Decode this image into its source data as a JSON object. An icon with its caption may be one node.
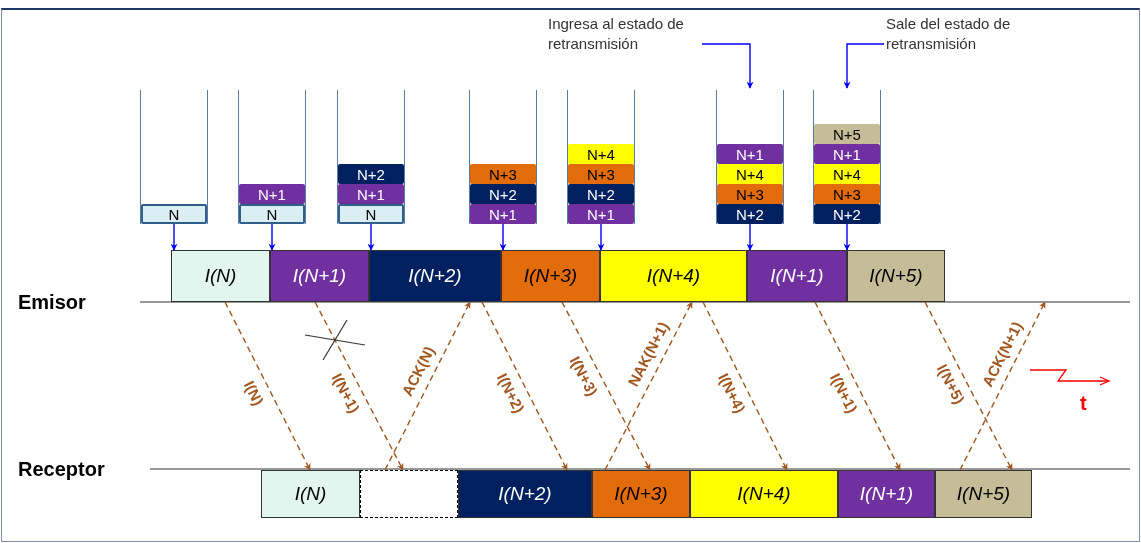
{
  "diagram": {
    "nodes": [
      {
        "text": [
          "Ingresa al estado de retransmisión"
        ]
      },
      {
        "text": [
          "Sale del estado de retransmisión"
        ]
      },
      {
        "text": [],
        "shape": "box"
      },
      {
        "text": [
          "N"
        ],
        "in": 2
      },
      {
        "text": [],
        "shape": "box"
      },
      {
        "text": [
          "N+1"
        ],
        "in": 4
      },
      {
        "text": [
          "N"
        ],
        "in": 4
      },
      {
        "text": [],
        "shape": "box"
      },
      {
        "text": [
          "N+2"
        ],
        "in": 7
      },
      {
        "text": [
          "N+1"
        ],
        "in": 7
      },
      {
        "text": [
          "N"
        ],
        "in": 7
      },
      {
        "text": [],
        "shape": "box"
      },
      {
        "text": [
          "N+3"
        ],
        "in": 11
      },
      {
        "text": [
          "N+2"
        ],
        "in": 11
      },
      {
        "text": [
          "N+1"
        ],
        "in": 11
      },
      {
        "text": [],
        "shape": "box"
      },
      {
        "text": [
          "N+4"
        ],
        "in": 15
      },
      {
        "text": [
          "N+3"
        ],
        "in": 15
      },
      {
        "text": [
          "N+2"
        ],
        "in": 15
      },
      {
        "text": [
          "N+1"
        ],
        "in": 15
      },
      {
        "text": [],
        "shape": "box"
      },
      {
        "text": [
          "N+1"
        ],
        "in": 20
      },
      {
        "text": [
          "N+4"
        ],
        "in": 20
      },
      {
        "text": [
          "N+3"
        ],
        "in": 20
      },
      {
        "text": [
          "N+2"
        ],
        "in": 20
      },
      {
        "text": [],
        "shape": "box"
      },
      {
        "text": [
          "N+5"
        ],
        "in": 25
      },
      {
        "text": [
          "N+1"
        ],
        "in": 25
      },
      {
        "text": [
          "N+4"
        ],
        "in": 25
      },
      {
        "text": [
          "N+3"
        ],
        "in": 25
      },
      {
        "text": [
          "N+2"
        ],
        "in": 25
      },
      {
        "text": [
          "I(N)"
        ]
      },
      {
        "text": [
          "I(N+1)"
        ]
      },
      {
        "text": [
          "I(N+2)"
        ]
      },
      {
        "text": [
          "I(N+3)"
        ]
      },
      {
        "text": [
          "I(N+4)"
        ]
      },
      {
        "text": [
          "I(N+1)"
        ]
      },
      {
        "text": [
          "I(N+5)"
        ]
      },
      {
        "text": [
          "I(N)"
        ]
      },
      {
        "text": [],
        "shape": "box"
      },
      {
        "text": [
          "I(N+2)"
        ]
      },
      {
        "text": [
          "I(N+3)"
        ]
      },
      {
        "text": [
          "I(N+4)"
        ]
      },
      {
        "text": [
          "I(N+1)"
        ]
      },
      {
        "text": [
          "I(N+5)"
        ]
      }
    ],
    "edges": [
      {
        "from": 2,
        "to": 31,
        "arrow": "to",
        "color": "#0000ff"
      },
      {
        "from": 4,
        "to": 32,
        "arrow": "to",
        "color": "#0000ff"
      },
      {
        "from": 7,
        "to": 33,
        "arrow": "to",
        "color": "#0000ff"
      },
      {
        "from": 11,
        "to": 34,
        "arrow": "to",
        "color": "#0000ff"
      },
      {
        "from": 15,
        "to": 35,
        "arrow": "to",
        "color": "#0000ff"
      },
      {
        "from": 20,
        "to": 36,
        "arrow": "to",
        "color": "#0000ff"
      },
      {
        "from": 25,
        "to": 37,
        "arrow": "to",
        "color": "#0000ff"
      },
      {
        "from": 0,
        "to": 20,
        "arrow": "to",
        "color": "#0000ff"
      },
      {
        "from": 1,
        "to": 25,
        "arrow": "to",
        "color": "#0000ff"
      },
      {
        "from": 31,
        "to": 38,
        "arrow": "to",
        "label": "I(N)",
        "style": "dashed",
        "color": "#a0561e"
      },
      {
        "from": 32,
        "to": 39,
        "arrow": "to",
        "label": "I(N+1)",
        "style": "dashed",
        "color": "#a0561e"
      },
      {
        "from": 39,
        "to": 33,
        "arrow": "to",
        "label": "ACK(N)",
        "style": "dashed",
        "color": "#a0561e"
      },
      {
        "from": 33,
        "to": 40,
        "arrow": "to",
        "label": "I(N+2)",
        "style": "dashed",
        "color": "#a0561e"
      },
      {
        "from": 34,
        "to": 41,
        "arrow": "to",
        "label": "I(N+3)",
        "style": "dashed",
        "color": "#a0561e"
      },
      {
        "from": 41,
        "to": 35,
        "arrow": "to",
        "label": "NAK(N+1)",
        "style": "dashed",
        "color": "#a0561e"
      },
      {
        "from": 35,
        "to": 42,
        "arrow": "to",
        "label": "I(N+4)",
        "style": "dashed",
        "color": "#a0561e"
      },
      {
        "from": 36,
        "to": 43,
        "arrow": "to",
        "label": "I(N+1)",
        "style": "dashed",
        "color": "#a0561e"
      },
      {
        "from": 37,
        "to": 44,
        "arrow": "to",
        "label": "I(N+5)",
        "style": "dashed",
        "color": "#a0561e"
      },
      {
        "from": 44,
        "to": null,
        "arrow": "to",
        "label": "ACK(N+1)",
        "style": "dashed",
        "color": "#a0561e"
      }
    ],
    "labels": [
      "Emisor",
      "Receptor",
      "t"
    ]
  }
}
